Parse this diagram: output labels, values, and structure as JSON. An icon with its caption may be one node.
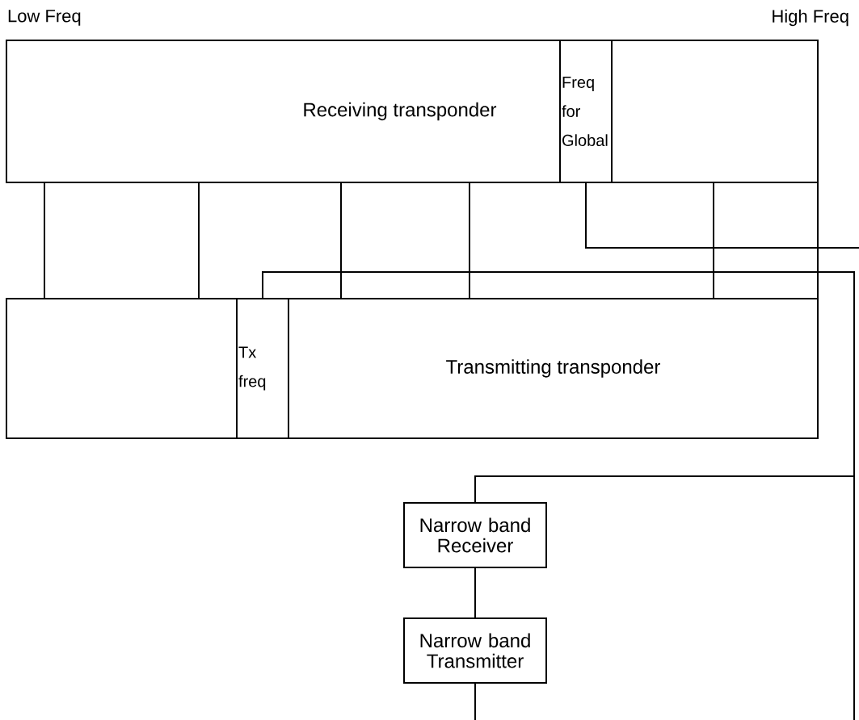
{
  "diagram": {
    "nodes": [
      {
        "text": [
          "Receiving transponder"
        ]
      },
      {
        "text": [
          "Freq for Global"
        ],
        "in": 0
      },
      {
        "text": [
          "Transmitting transponder"
        ]
      },
      {
        "text": [
          "Tx freq"
        ],
        "in": 2
      },
      {
        "text": [
          "Narrow band Receiver"
        ]
      },
      {
        "text": [
          "Narrow band Transmitter"
        ]
      }
    ],
    "edges": [
      {
        "from": 0,
        "to": 2,
        "arrow": "none"
      },
      {
        "from": 0,
        "to": 2,
        "arrow": "none"
      },
      {
        "from": 0,
        "to": 2,
        "arrow": "none"
      },
      {
        "from": 0,
        "to": 2,
        "arrow": "none"
      },
      {
        "from": 0,
        "to": 2,
        "arrow": "none"
      },
      {
        "from": 0,
        "to": 2,
        "arrow": "none"
      },
      {
        "from": 1,
        "to": null,
        "arrow": "none"
      },
      {
        "from": 3,
        "to": 4,
        "arrow": "none"
      },
      {
        "from": 3,
        "to": null,
        "arrow": "none"
      },
      {
        "from": 4,
        "to": 5,
        "arrow": "none"
      },
      {
        "from": 5,
        "to": null,
        "arrow": "none"
      }
    ],
    "labels": [
      "Low Freq",
      "High Freq"
    ]
  }
}
